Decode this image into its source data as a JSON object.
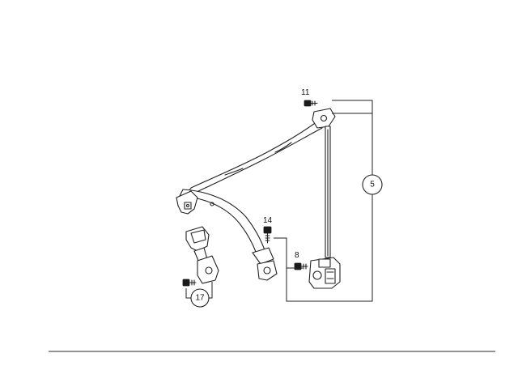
{
  "callouts": {
    "c11": "11",
    "c14": "14",
    "c8": "8",
    "c5": "5",
    "c17": "17"
  }
}
